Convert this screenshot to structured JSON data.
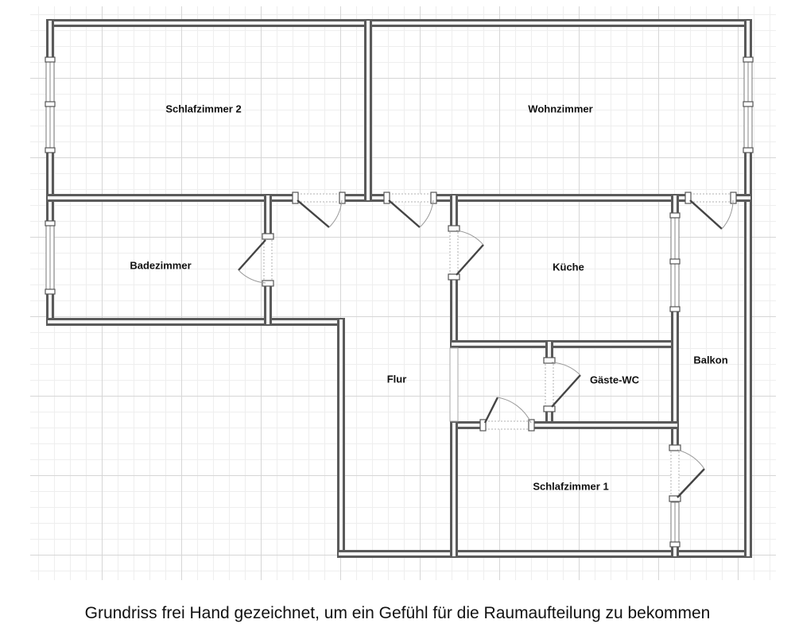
{
  "rooms": {
    "schlafzimmer2": "Schlafzimmer 2",
    "wohnzimmer": "Wohnzimmer",
    "badezimmer": "Badezimmer",
    "kueche": "Küche",
    "flur": "Flur",
    "gaeste_wc": "Gäste-WC",
    "balkon": "Balkon",
    "schlafzimmer1": "Schlafzimmer 1"
  },
  "caption": "Grundriss frei Hand gezeichnet, um ein Gefühl für die Raumaufteilung zu bekommen",
  "colors": {
    "wall": "#5a5a5a",
    "wall_core": "#f4f4f4",
    "grid_major": "#d6d6d6",
    "grid_minor": "#eeeeee"
  }
}
